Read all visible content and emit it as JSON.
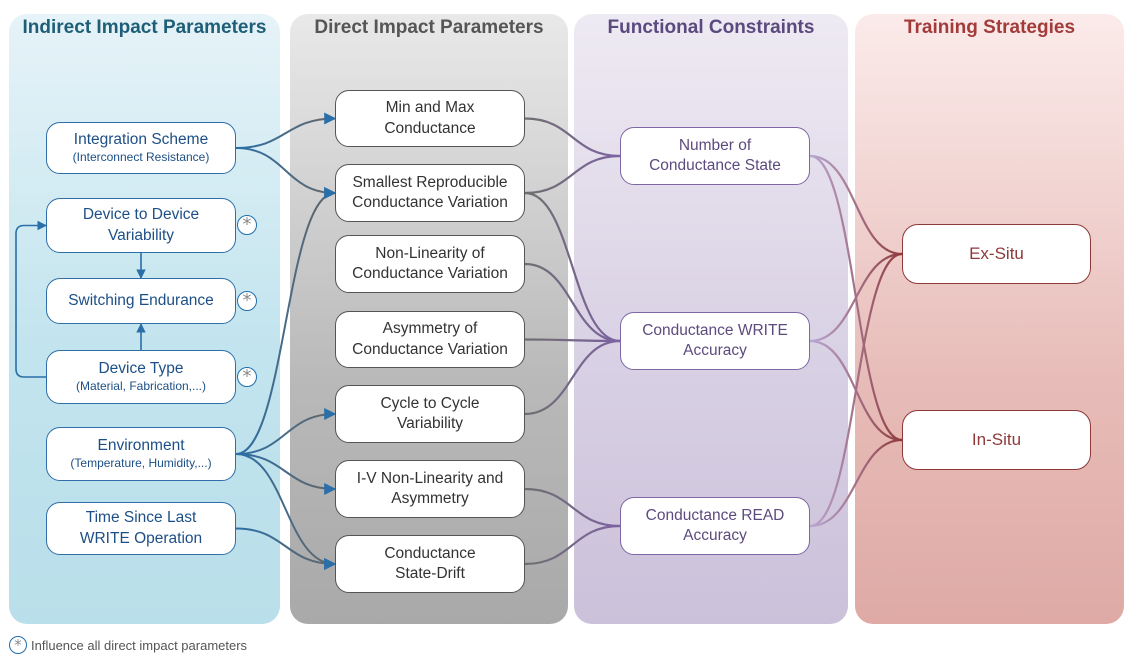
{
  "columns": {
    "indirect": {
      "title": "Indirect Impact Parameters",
      "color": "#1e5f77"
    },
    "direct": {
      "title": "Direct Impact Parameters",
      "color": "#555555"
    },
    "functional": {
      "title": "Functional Constraints",
      "color": "#5b4a7d"
    },
    "training": {
      "title": "Training Strategies",
      "color": "#a33b3b"
    }
  },
  "indirect": {
    "integration": {
      "title": "Integration Scheme",
      "sub": "(Interconnect Resistance)"
    },
    "d2d": {
      "title": "Device to Device Variability"
    },
    "endurance": {
      "title": "Switching Endurance"
    },
    "device_type": {
      "title": "Device Type",
      "sub": "(Material, Fabrication,...)"
    },
    "environment": {
      "title": "Environment",
      "sub": "(Temperature, Humidity,...)"
    },
    "time": {
      "title": "Time Since Last WRITE Operation"
    }
  },
  "direct": {
    "minmax": "Min and Max Conductance",
    "smallest": "Smallest Reproducible Conductance Variation",
    "nonlin": "Non-Linearity of Conductance Variation",
    "asym": "Asymmetry of Conductance Variation",
    "c2c": "Cycle to Cycle Variability",
    "iv": "I-V Non-Linearity and Asymmetry",
    "drift": "Conductance State-Drift"
  },
  "functional": {
    "num": "Number of Conductance State",
    "write": "Conductance WRITE Accuracy",
    "read": "Conductance READ Accuracy"
  },
  "training": {
    "exsitu": "Ex-Situ",
    "insitu": "In-Situ"
  },
  "star_icon": "asterisk-in-circle",
  "legend": {
    "text": "Influence all direct impact parameters"
  },
  "links": [
    {
      "from": "integration",
      "to": "minmax"
    },
    {
      "from": "integration",
      "to": "smallest"
    },
    {
      "from": "d2d",
      "to": "endurance"
    },
    {
      "from": "device_type",
      "to": "endurance"
    },
    {
      "from": "device_type",
      "to": "d2d"
    },
    {
      "from": "environment",
      "to": "smallest"
    },
    {
      "from": "environment",
      "to": "c2c"
    },
    {
      "from": "environment",
      "to": "iv"
    },
    {
      "from": "environment",
      "to": "drift"
    },
    {
      "from": "time",
      "to": "drift"
    },
    {
      "from": "minmax",
      "to": "num"
    },
    {
      "from": "smallest",
      "to": "num"
    },
    {
      "from": "smallest",
      "to": "write"
    },
    {
      "from": "nonlin",
      "to": "write"
    },
    {
      "from": "asym",
      "to": "write"
    },
    {
      "from": "c2c",
      "to": "write"
    },
    {
      "from": "iv",
      "to": "read"
    },
    {
      "from": "drift",
      "to": "read"
    },
    {
      "from": "num",
      "to": "exsitu"
    },
    {
      "from": "num",
      "to": "insitu"
    },
    {
      "from": "write",
      "to": "exsitu"
    },
    {
      "from": "write",
      "to": "insitu"
    },
    {
      "from": "read",
      "to": "exsitu"
    },
    {
      "from": "read",
      "to": "insitu"
    }
  ]
}
